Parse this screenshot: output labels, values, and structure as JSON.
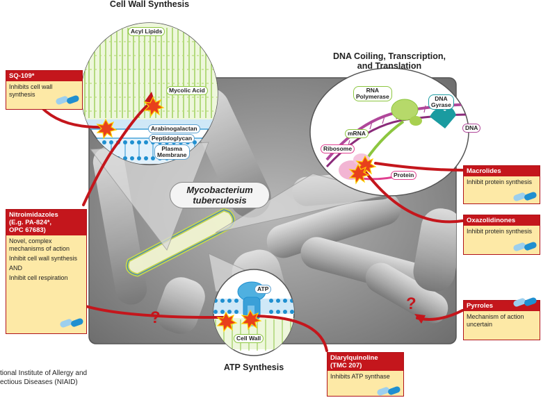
{
  "titles": {
    "cell_wall": "Cell Wall Synthesis",
    "dna": "DNA Coiling, Transcription,\nand Translation",
    "atp": "ATP Synthesis"
  },
  "organism": "Mycobacterium\ntuberculosis",
  "cell_wall_labels": {
    "acyl": "Acyl Lipids",
    "mycolic": "Mycolic Acid",
    "arabino": "Arabinogalactan",
    "pepti": "Peptidoglycan",
    "plasma": "Plasma\nMembrane"
  },
  "dna_labels": {
    "rna_pol": "RNA\nPolymerase",
    "gyrase": "DNA\nGyrase",
    "mrna": "mRNA",
    "dna": "DNA",
    "ribosome": "Ribosome",
    "protein": "Protein"
  },
  "atp_labels": {
    "atp": "ATP",
    "cell_wall": "Cell Wall"
  },
  "drugs": {
    "sq109": {
      "name": "SQ-109*",
      "desc": "Inhibits cell wall synthesis"
    },
    "nitro": {
      "name": "Nitroimidazoles\n(E.g. PA-824*,\nOPC 67683)",
      "desc1": "Novel, complex mechanisms of action",
      "desc2": "Inhibit cell wall synthesis",
      "desc3": "AND",
      "desc4": "Inhibit cell respiration"
    },
    "macro": {
      "name": "Macrolides",
      "desc": "Inhibit protein synthesis"
    },
    "oxaz": {
      "name": "Oxazolidinones",
      "desc": "Inhibit protein synthesis"
    },
    "pyrr": {
      "name": "Pyrroles",
      "desc": "Mechanism of action uncertain"
    },
    "diaryl": {
      "name": "Diarylquinoline\n(TMC 207)",
      "desc": "Inhibits ATP synthase"
    }
  },
  "question_mark": "?",
  "credit": "tional Institute of Allergy and\nectious Diseases (NIAID)",
  "colors": {
    "red": "#c4161c",
    "box": "#fde9a6",
    "lipid": "#8cc63f",
    "membrane": "#1f8fd0"
  }
}
